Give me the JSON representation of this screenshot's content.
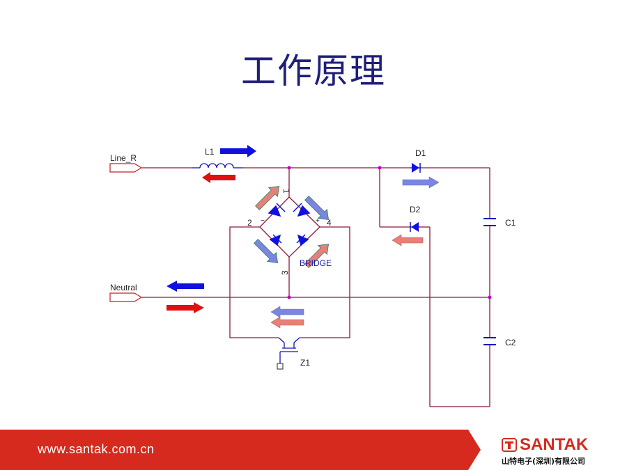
{
  "title": "工作原理",
  "labels": {
    "line_r": "Line_R",
    "neutral": "Neutral",
    "l1": "L1",
    "d1": "D1",
    "d2": "D2",
    "c1": "C1",
    "c2": "C2",
    "z1": "Z1",
    "bridge": "BRIDGE",
    "pin1": "1",
    "pin2": "2",
    "pin3": "3",
    "pin4": "4",
    "minus": "−",
    "plus": "+"
  },
  "footer": {
    "url": "www.santak.com.cn",
    "brand": "SANTAK",
    "company": "山特电子(深圳)有限公司"
  },
  "colors": {
    "wire": "#8b1a3a",
    "node": "#c000c0",
    "blue_arrow": "#1010e0",
    "red_arrow": "#e01010",
    "light_blue_arrow": "#7a86e0",
    "salmon_arrow": "#e88078",
    "footer_red": "#d62a1e",
    "title": "#1f1f7a"
  }
}
